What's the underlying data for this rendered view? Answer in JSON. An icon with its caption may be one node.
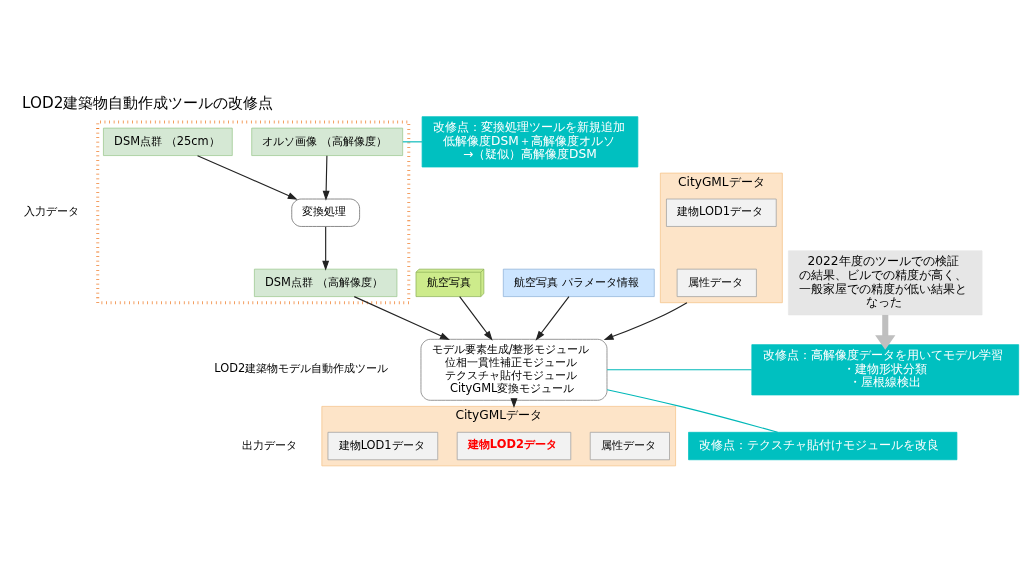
{
  "diagram": {
    "title": "LOD2建築物自動作成ツールの改修点",
    "nodes": [
      {
        "text": [],
        "shape": "box"
      },
      {
        "text": [
          "DSM点群 （25cm）"
        ],
        "in": 0
      },
      {
        "text": [
          "オルソ画像 （高解像度）"
        ],
        "in": 0
      },
      {
        "text": [
          "変換処理"
        ],
        "in": 0
      },
      {
        "text": [
          "DSM点群 （高解像度）"
        ],
        "in": 0
      },
      {
        "text": [
          "航空写真"
        ]
      },
      {
        "text": [
          "航空写真 パラメータ情報"
        ]
      },
      {
        "text": [
          "CityGMLデータ"
        ]
      },
      {
        "text": [
          "建物LOD1データ"
        ],
        "in": 7
      },
      {
        "text": [
          "属性データ"
        ],
        "in": 7
      },
      {
        "text": [
          "モデル要素生成/整形モジュール",
          "位相一貫性補正モジュール",
          "テクスチャ貼付モジュール",
          "CityGML変換モジュール"
        ]
      },
      {
        "text": [
          "CityGMLデータ"
        ]
      },
      {
        "text": [
          "建物LOD1データ"
        ],
        "in": 11
      },
      {
        "text": [
          "建物LOD2データ"
        ],
        "in": 11
      },
      {
        "text": [
          "属性データ"
        ],
        "in": 11
      },
      {
        "text": [
          "改修点：変換処理ツールを新規追加",
          "低解像度DSM＋高解像度オルソ",
          "→（疑似）高解像度DSM"
        ]
      },
      {
        "text": [
          "2022年度のツールでの検証の結果、ビルでの精度が高く、一般家屋での精度が低い結果となった"
        ]
      },
      {
        "text": [
          "改修点：高解像度データを用いてモデル学習",
          "・建物形状分類",
          "・屋根線検出"
        ]
      },
      {
        "text": [
          "改修点：テクスチャ貼付けモジュールを改良"
        ]
      }
    ],
    "edges": [
      {
        "from": 1,
        "to": 3,
        "arrow": "to"
      },
      {
        "from": 2,
        "to": 3,
        "arrow": "to"
      },
      {
        "from": 3,
        "to": 4,
        "arrow": "to"
      },
      {
        "from": 5,
        "to": 10,
        "arrow": "to"
      },
      {
        "from": 6,
        "to": 10,
        "arrow": "to"
      },
      {
        "from": 4,
        "to": 10,
        "arrow": "to"
      },
      {
        "from": 7,
        "to": 10,
        "arrow": "to"
      },
      {
        "from": 10,
        "to": 11,
        "arrow": "to"
      },
      {
        "from": 15,
        "to": 2,
        "arrow": "none",
        "color": "#00b8b8"
      },
      {
        "from": 17,
        "to": 10,
        "arrow": "none",
        "color": "#00b8b8"
      },
      {
        "from": 18,
        "to": 10,
        "arrow": "none",
        "color": "#00b8b8"
      },
      {
        "from": 16,
        "to": 17,
        "arrow": "to",
        "style": "thick",
        "color": "#bfbfbf"
      }
    ],
    "labels": [
      "入力データ",
      "LOD2建築物モデル自動作成ツール",
      "出力データ"
    ]
  }
}
